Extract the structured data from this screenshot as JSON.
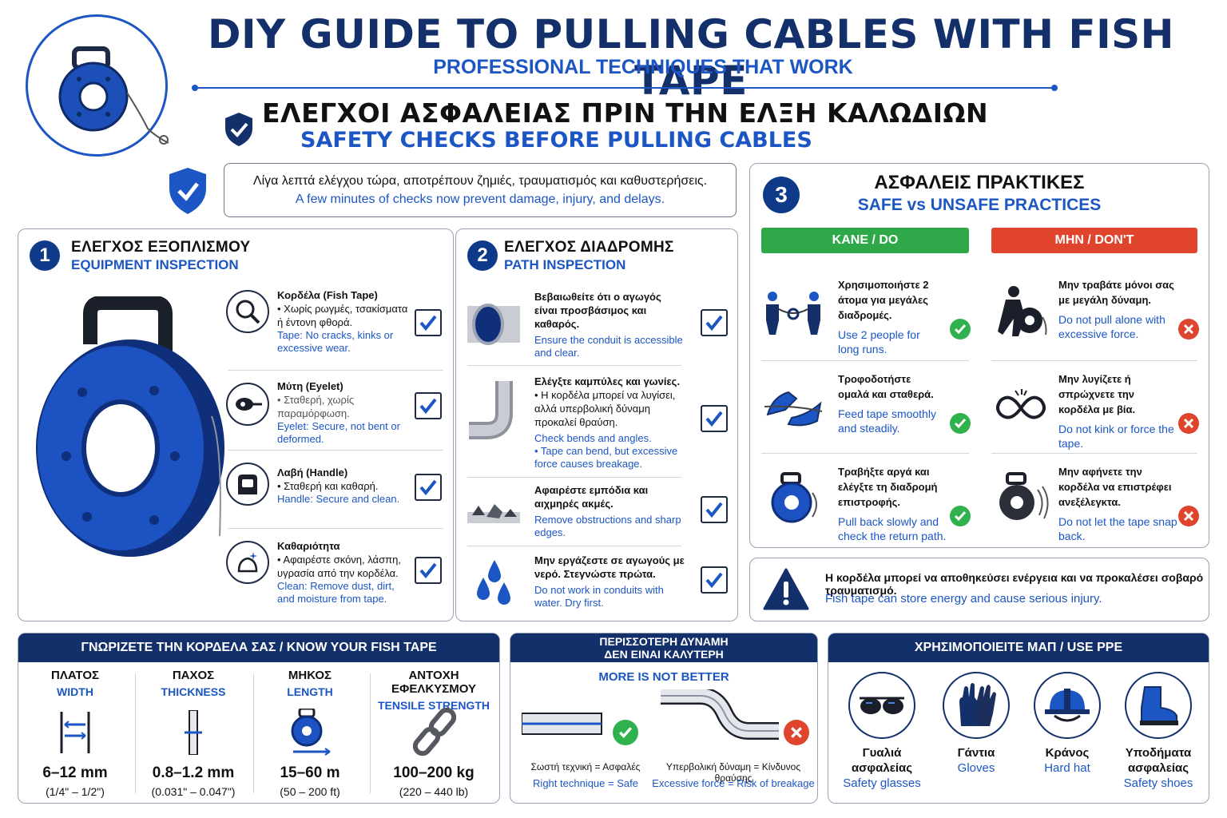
{
  "header": {
    "title": "DIY GUIDE TO PULLING CABLES WITH FISH TAPE",
    "subtitle": "PROFESSIONAL TECHNIQUES THAT WORK",
    "section_gr": "ΕΛΕΓΧΟΙ ΑΣΦΑΛΕΙΑΣ ΠΡΙΝ ΤΗΝ ΕΛΞΗ ΚΑΛΩΔΙΩΝ",
    "section_en": "SAFETY CHECKS BEFORE PULLING CABLES"
  },
  "intro": {
    "gr": "Λίγα λεπτά ελέγχου τώρα, αποτρέπουν ζημιές, τραυματισμός και καθυστερήσεις.",
    "en": "A few minutes of checks now prevent damage, injury, and delays."
  },
  "equipment": {
    "num": "1",
    "title_gr": "ΕΛΕΓΧΟΣ ΕΞΟΠΛΙΣΜΟΥ",
    "title_en": "EQUIPMENT INSPECTION",
    "items": [
      {
        "icon": "magnifier-icon",
        "title": "Κορδέλα (Fish Tape)",
        "gr": "• Χωρίς ρωγμές, τσακίσματα ή έντονη φθορά.",
        "en_label": "Tape:",
        "en": "No cracks, kinks or excessive wear."
      },
      {
        "icon": "eyelet-icon",
        "title": "Μύτη (Eyelet)",
        "gr": "• Σταθερή, χωρίς παραμόρφωση.",
        "en_label": "Eyelet:",
        "en": "Secure, not bent or deformed."
      },
      {
        "icon": "handle-icon",
        "title": "Λαβή (Handle)",
        "gr": "• Σταθερή και καθαρή.",
        "en_label": "Handle:",
        "en": "Secure and clean."
      },
      {
        "icon": "cleaning-icon",
        "title": "Καθαριότητα",
        "gr": "• Αφαιρέστε σκόνη, λάσπη, υγρασία από την κορδέλα.",
        "en_label": "Clean:",
        "en": "Remove dust, dirt, and moisture from tape."
      }
    ]
  },
  "path": {
    "num": "2",
    "title_gr": "ΕΛΕΓΧΟΣ ΔΙΑΔΡΟΜΗΣ",
    "title_en": "PATH INSPECTION",
    "items": [
      {
        "icon": "conduit-icon",
        "gr": "Βεβαιωθείτε ότι ο αγωγός είναι προσβάσιμος και καθαρός.",
        "en": "Ensure the conduit is accessible and clear."
      },
      {
        "icon": "bend-icon",
        "gr": "Ελέγξτε καμπύλες και γωνίες.",
        "gr2": "• Η κορδέλα μπορεί να λυγίσει, αλλά υπερβολική δύναμη προκαλεί θραύση.",
        "en": "Check bends and angles.",
        "en2": "• Tape can bend, but excessive force causes breakage."
      },
      {
        "icon": "debris-icon",
        "gr": "Αφαιρέστε εμπόδια και αιχμηρές ακμές.",
        "en": "Remove obstructions and sharp edges."
      },
      {
        "icon": "water-drops-icon",
        "gr": "Μην εργάζεστε σε αγωγούς με νερό. Στεγνώστε πρώτα.",
        "en": "Do not work in conduits with water. Dry first."
      }
    ]
  },
  "practices": {
    "num": "3",
    "title_gr": "ΑΣΦΑΛΕΙΣ ΠΡΑΚΤΙΚΕΣ",
    "title_en": "SAFE vs UNSAFE PRACTICES",
    "do_label": "ΚΑΝΕ / DO",
    "dont_label": "ΜΗΝ / DON'T",
    "do": [
      {
        "icon": "two-people-icon",
        "gr": "Χρησιμοποιήστε 2 άτομα για μεγάλες διαδρομές.",
        "en": "Use 2 people for long runs."
      },
      {
        "icon": "hands-feeding-icon",
        "gr": "Τροφοδοτήστε ομαλά και σταθερά.",
        "en": "Feed tape smoothly and steadily."
      },
      {
        "icon": "reel-pull-icon",
        "gr": "Τραβήξτε αργά και ελέγξτε τη διαδρομή επιστροφής.",
        "en": "Pull back slowly and check the return path."
      }
    ],
    "dont": [
      {
        "icon": "person-pulling-icon",
        "gr": "Μην τραβάτε μόνοι σας με μεγάλη δύναμη.",
        "en": "Do not pull alone with excessive force."
      },
      {
        "icon": "kink-loop-icon",
        "gr": "Μην λυγίζετε ή σπρώχνετε την κορδέλα με βία.",
        "en": "Do not kink or force the tape."
      },
      {
        "icon": "snap-back-icon",
        "gr": "Μην αφήνετε την κορδέλα να επιστρέφει ανεξέλεγκτα.",
        "en": "Do not let the tape snap back."
      }
    ]
  },
  "warning": {
    "gr": "Η κορδέλα μπορεί να αποθηκεύσει ενέργεια και να προκαλέσει σοβαρό τραυματισμό.",
    "en": "Fish tape can store energy and cause serious injury."
  },
  "know": {
    "title": "ΓΝΩΡΙΖΕΤΕ ΤΗΝ ΚΟΡΔΕΛΑ ΣΑΣ / KNOW YOUR FISH TAPE",
    "specs": [
      {
        "icon": "width-icon",
        "gr": "ΠΛΑΤΟΣ",
        "en": "WIDTH",
        "value": "6–12 mm",
        "sub": "(1/4\" – 1/2\")"
      },
      {
        "icon": "thickness-icon",
        "gr": "ΠΑΧΟΣ",
        "en": "THICKNESS",
        "value": "0.8–1.2 mm",
        "sub": "(0.031\" – 0.047\")"
      },
      {
        "icon": "length-icon",
        "gr": "ΜΗΚΟΣ",
        "en": "LENGTH",
        "value": "15–60 m",
        "sub": "(50 – 200 ft)"
      },
      {
        "icon": "chain-icon",
        "gr": "ΑΝΤΟΧΗ ΕΦΕΛΚΥΣΜΟΥ",
        "en": "TENSILE STRENGTH",
        "value": "100–200 kg",
        "sub": "(220 – 440 lb)"
      }
    ]
  },
  "force": {
    "title_l1": "ΠΕΡΙΣΣΟΤΕΡΗ ΔΥΝΑΜΗ",
    "title_l2": "ΔΕΝ ΕΙΝΑΙ ΚΑΛΥΤΕΡΗ",
    "title_en": "MORE IS NOT BETTER",
    "right_gr": "Σωστή τεχνική = Ασφαλές",
    "right_en": "Right technique = Safe",
    "wrong_gr": "Υπερβολική δύναμη = Κίνδυνος θραύσης",
    "wrong_en": "Excessive force = Risk of breakage"
  },
  "ppe": {
    "title": "ΧΡΗΣΙΜΟΠΟΙΕΙΤΕ ΜΑΠ / USE PPE",
    "items": [
      {
        "icon": "safety-glasses-icon",
        "gr": "Γυαλιά ασφαλείας",
        "en": "Safety glasses"
      },
      {
        "icon": "gloves-icon",
        "gr": "Γάντια",
        "en": "Gloves"
      },
      {
        "icon": "hard-hat-icon",
        "gr": "Κράνος",
        "en": "Hard hat"
      },
      {
        "icon": "safety-shoes-icon",
        "gr": "Υποδήματα ασφαλείας",
        "en": "Safety shoes"
      }
    ]
  },
  "colors": {
    "navy": "#13306b",
    "blue": "#1c56c4",
    "do": "#2fa84a",
    "dont": "#e0442c"
  }
}
